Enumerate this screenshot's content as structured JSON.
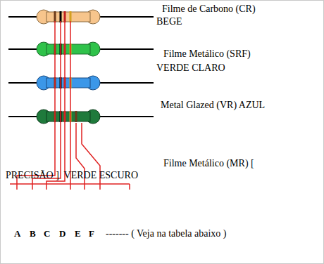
{
  "diagram": {
    "labels": [
      "Filme de Carbono (CR)",
      "BEGE",
      "Filme Metálico (SRF)",
      "VERDE CLARO",
      "Metal Glazed (VR)  AZUL",
      "Filme Metálico (MR) [ PRECISÃO ]  VERDE ESCURO",
      "A",
      "B",
      "C",
      "D",
      "E",
      "F",
      "------- ( Veja na tabela abaixo )"
    ]
  }
}
